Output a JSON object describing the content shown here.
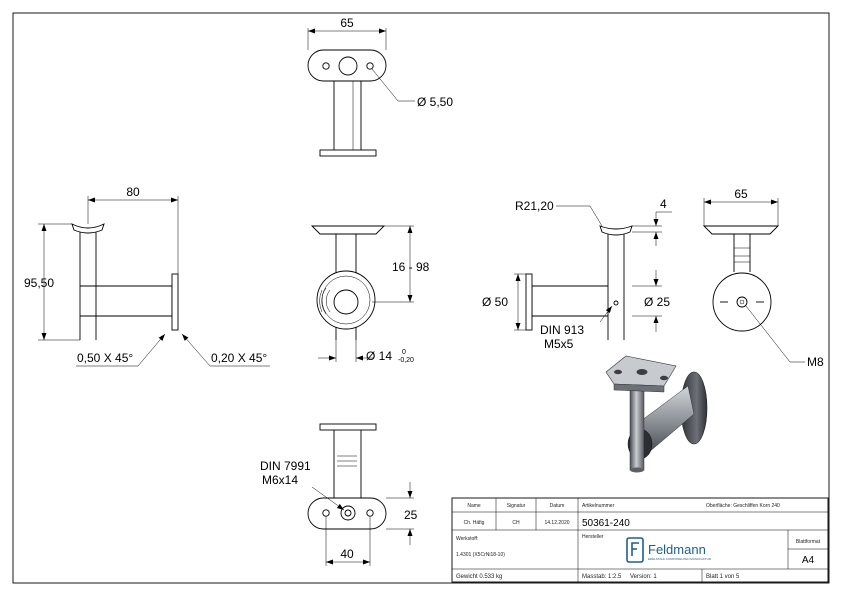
{
  "dimensions": {
    "top_width": "65",
    "top_hole": "Ø 5,50",
    "side_width": "80",
    "side_height": "95,50",
    "chamfer_left": "0,50 X 45°",
    "chamfer_right": "0,20 X 45°",
    "front_range": "16 - 98",
    "front_tube": "Ø 14",
    "front_tol_upper": "0",
    "front_tol_lower": "-0,20",
    "right_radius": "R21,20",
    "right_top": "4",
    "right_disc": "Ø 50",
    "right_tube": "Ø 25",
    "right_screw_line1": "DIN 913",
    "right_screw_line2": "M5x5",
    "far_width": "65",
    "far_thread": "M8",
    "bottom_screw_line1": "DIN 7991",
    "bottom_screw_line2": "M6x14",
    "bottom_height": "25",
    "bottom_width": "40"
  },
  "title_block": {
    "name_header": "Name",
    "signature_header": "Signatur",
    "date_header": "Datum",
    "name_value": "Ch. Häfig",
    "signature_value": "CH",
    "date_value": "14.12.2020",
    "article_label": "Artikelnummer",
    "article_value": "50361-240",
    "surface": "Oberfläche: Geschliffen Korn 240",
    "material_label": "Werkstoff:",
    "material_value": "1.4301 (X5CrNi18-10)",
    "manufacturer_label": "Hersteller",
    "brand_name": "Feldmann",
    "brand_tagline": "EDELSTAHL KOMPONENTEN MANUFAKTUR",
    "format_label": "Blattformat",
    "format_value": "A4",
    "weight": "Gewicht 0.533 kg",
    "scale": "Masstab: 1:2.5",
    "version": "Version: 1",
    "sheet": "Blatt 1 von 5"
  },
  "colors": {
    "line": "#000000",
    "brand": "#1f5f8b",
    "render_dark": "#3a3d42",
    "render_light": "#b9bec4"
  }
}
